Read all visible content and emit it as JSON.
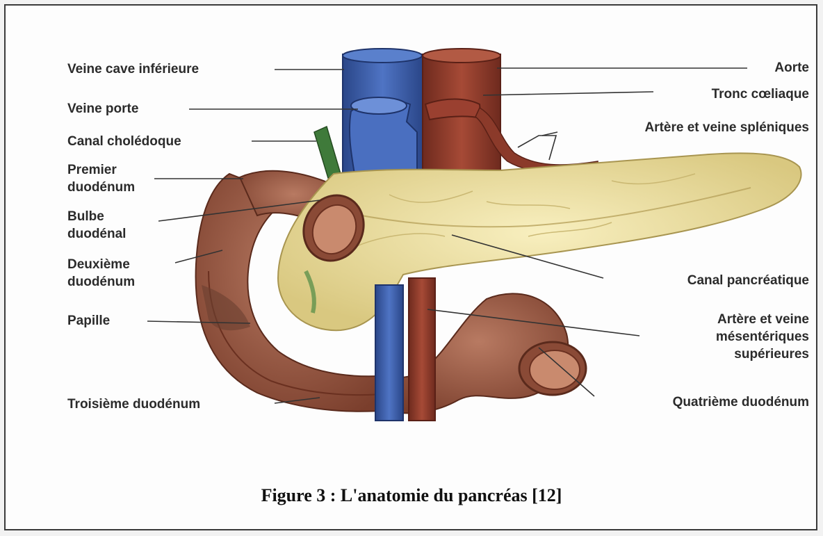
{
  "figure": {
    "caption": "Figure 3 : L'anatomie du pancréas [12]",
    "labels": {
      "veine_cave_inferieure": "Veine cave inférieure",
      "veine_porte": "Veine porte",
      "canal_choledoque": "Canal cholédoque",
      "premier_duodenum_1": "Premier",
      "premier_duodenum_2": "duodénum",
      "bulbe_duodenal_1": "Bulbe",
      "bulbe_duodenal_2": "duodénal",
      "deuxieme_duodenum_1": "Deuxième",
      "deuxieme_duodenum_2": "duodénum",
      "papille": "Papille",
      "troisieme_duodenum": "Troisième duodénum",
      "aorte": "Aorte",
      "tronc_coeliaque": "Tronc cœliaque",
      "artere_veine_spleniques": "Artère et veine spléniques",
      "canal_pancreatique": "Canal pancréatique",
      "artere_veine_mesenteriques_1": "Artère et veine",
      "artere_veine_mesenteriques_2": "mésentériques",
      "artere_veine_mesenteriques_3": "supérieures",
      "quatrieme_duodenum": "Quatrième duodénum"
    },
    "colors": {
      "vein": "#3a5ca8",
      "artery": "#8b3a2a",
      "pancreas": "#efe3a0",
      "duodenum": "#9c5a45",
      "bile_duct": "#3f7a3a"
    }
  }
}
